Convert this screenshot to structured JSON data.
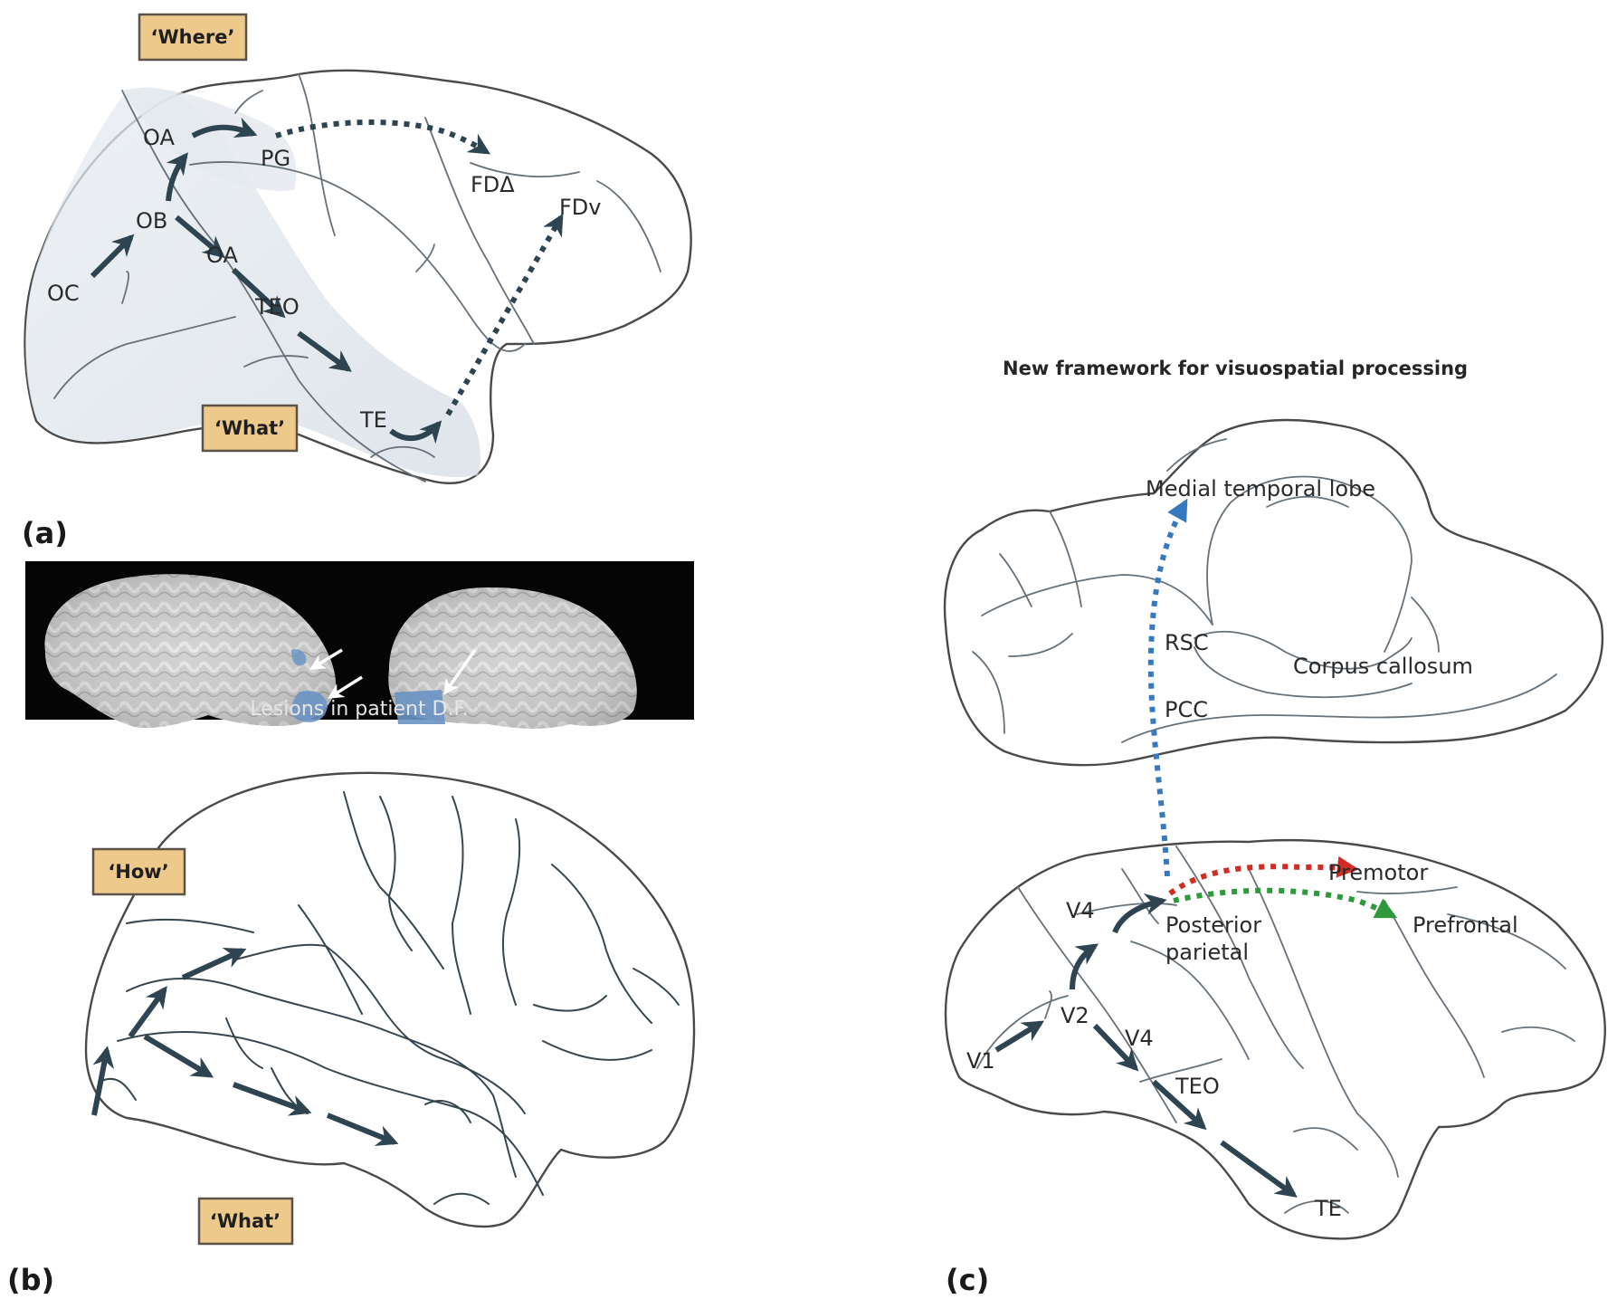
{
  "figure": {
    "panel_a": {
      "letter": "(a)",
      "tags": {
        "where": "‘Where’",
        "what": "‘What’"
      },
      "regions": {
        "oa_top": "OA",
        "pg": "PG",
        "fd_delta": "FDΔ",
        "fdv": "FDv",
        "ob": "OB",
        "oa_mid": "OA",
        "oc": "OC",
        "teo": "TEO",
        "te": "TE"
      }
    },
    "panel_b": {
      "letter": "(b)",
      "photo_caption": "Lesions in patient D.F.",
      "tags": {
        "how": "‘How’",
        "what": "‘What’"
      }
    },
    "panel_c": {
      "letter": "(c)",
      "title": "New framework for visuospatial processing",
      "medial_labels": {
        "mtl": "Medial temporal lobe",
        "rsc": "RSC",
        "pcc": "PCC",
        "corpus_callosum": "Corpus callosum"
      },
      "lateral_labels": {
        "premotor": "Premotor",
        "prefrontal": "Prefrontal",
        "posterior": "Posterior",
        "parietal": "parietal",
        "v4_top": "V4",
        "v2": "V2",
        "v4_mid": "V4",
        "v1": "V1",
        "teo": "TEO",
        "te": "TE"
      }
    },
    "colors": {
      "tag_fill": "#edc98c",
      "arrow_dark": "#2e4450",
      "pathway_blue": "#3579c0",
      "pathway_red": "#d42a22",
      "pathway_green": "#2e9a3c",
      "brain_b_blue": "#a9d3ea",
      "brain_c_salmon": "#e8a38a"
    }
  }
}
